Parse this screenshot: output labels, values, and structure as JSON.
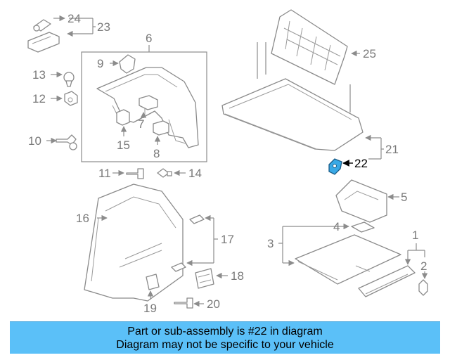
{
  "callouts": {
    "n1": "1",
    "n2": "2",
    "n3": "3",
    "n4": "4",
    "n5": "5",
    "n6": "6",
    "n7": "7",
    "n8": "8",
    "n9": "9",
    "n10": "10",
    "n11": "11",
    "n12": "12",
    "n13": "13",
    "n14": "14",
    "n15": "15",
    "n16": "16",
    "n17": "17",
    "n18": "18",
    "n19": "19",
    "n20": "20",
    "n21": "21",
    "n22": "22",
    "n23": "23",
    "n24": "24",
    "n25": "25"
  },
  "highlight": {
    "part_number": "22",
    "color": "#39a9e6"
  },
  "banner": {
    "line1": "Part or sub-assembly is #22 in diagram",
    "line2": "Diagram may not be specific to your vehicle",
    "background": "#5bc0f8"
  }
}
